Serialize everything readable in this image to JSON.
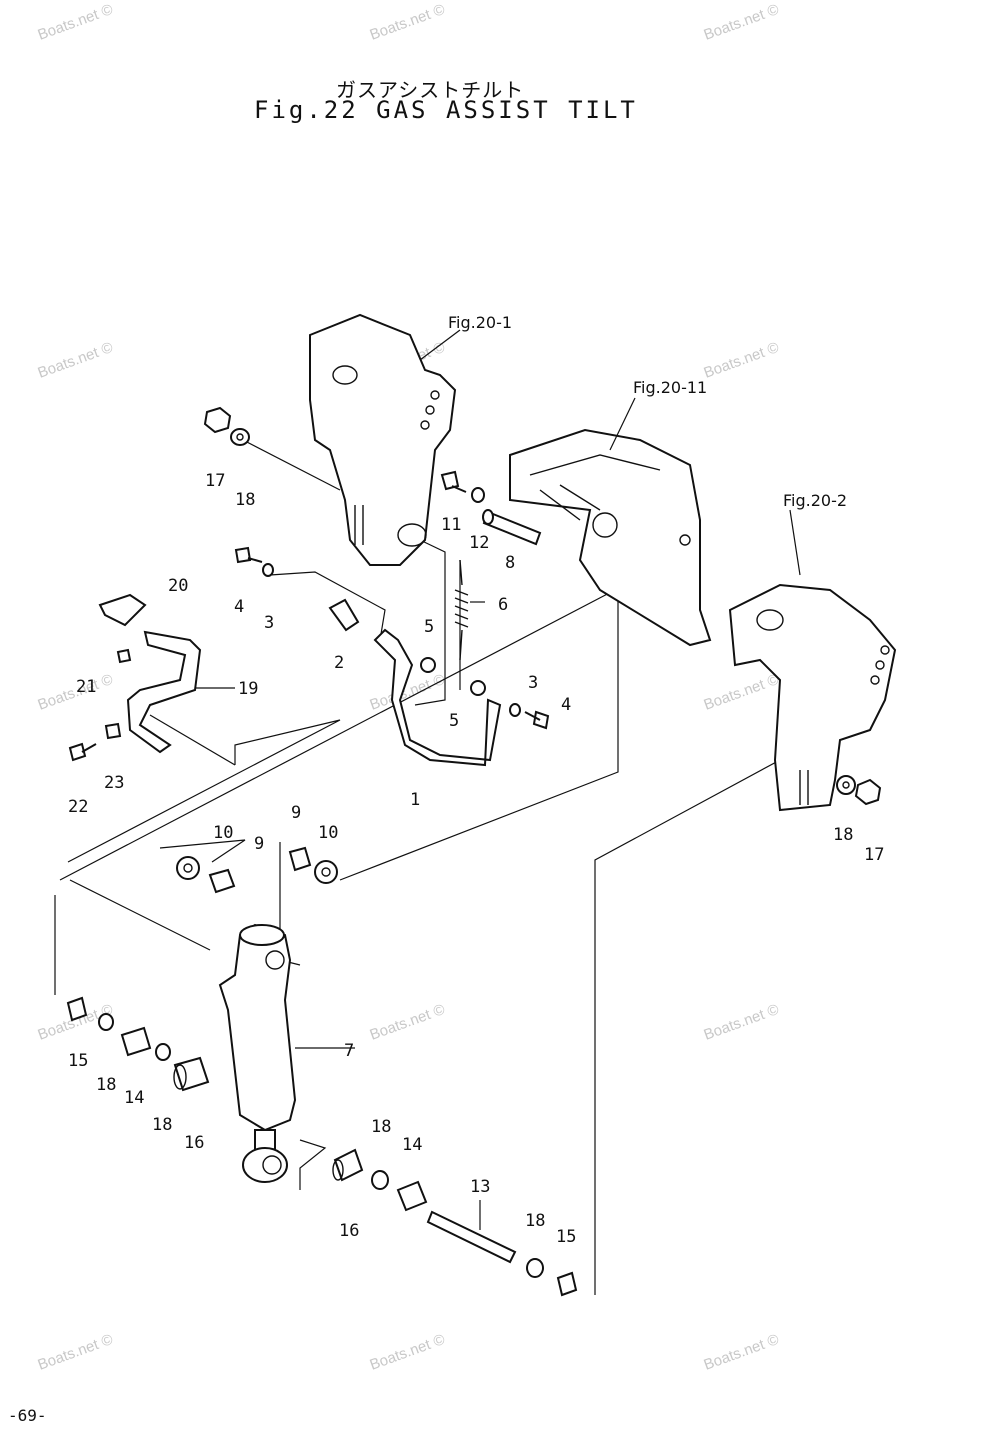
{
  "header": {
    "title_jp": "ガスアシストチルト",
    "title_en": "Fig.22 GAS ASSIST TILT"
  },
  "page_number": "-69-",
  "watermark": "Boats.net ©",
  "figure_refs": [
    "Fig.20-1",
    "Fig.20-11",
    "Fig.20-2"
  ],
  "callouts": {
    "c17a": "17",
    "c18a": "18",
    "c11": "11",
    "c12": "12",
    "c8": "8",
    "c20": "20",
    "c4a": "4",
    "c3a": "3",
    "c2": "2",
    "c5a": "5",
    "c6": "6",
    "c21": "21",
    "c19": "19",
    "c3b": "3",
    "c4b": "4",
    "c5b": "5",
    "c22": "22",
    "c23": "23",
    "c1": "1",
    "c18b": "18",
    "c17b": "17",
    "c10a": "10",
    "c9a": "9",
    "c9b": "9",
    "c10b": "10",
    "c7": "7",
    "c15a": "15",
    "c18c": "18",
    "c14a": "14",
    "c18d": "18",
    "c16a": "16",
    "c18e": "18",
    "c14b": "14",
    "c13": "13",
    "c16b": "16",
    "c18f": "18",
    "c15b": "15"
  }
}
